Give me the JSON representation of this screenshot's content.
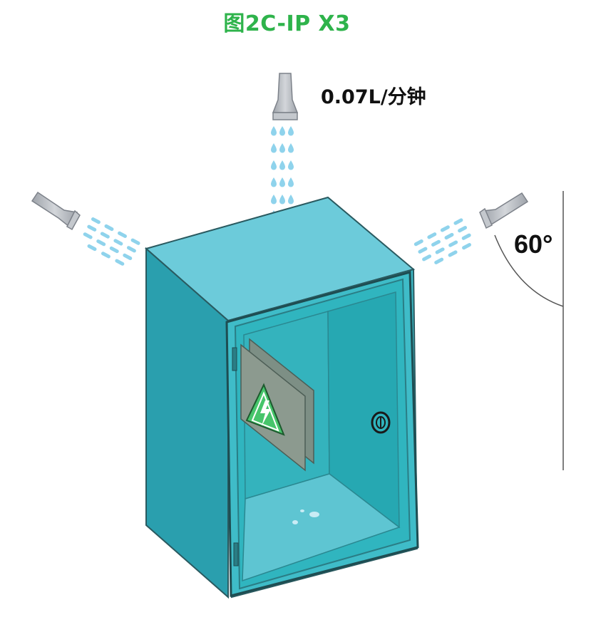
{
  "title": "图2C-IP X3",
  "flow_rate": "0.07L/分钟",
  "angle": "60°",
  "colors": {
    "title": "#2eb34b",
    "enclosure": "#2fb4be",
    "water": "#8fd3ec",
    "nozzle": "#b9bdc4",
    "warning_sign": "#47c56b"
  },
  "icons": {
    "nozzles": [
      "nozzle-icon",
      "nozzle-icon",
      "nozzle-icon"
    ],
    "enclosure": "electrical-enclosure-icon",
    "warning": "high-voltage-warning-icon",
    "lock": "door-lock-icon"
  }
}
